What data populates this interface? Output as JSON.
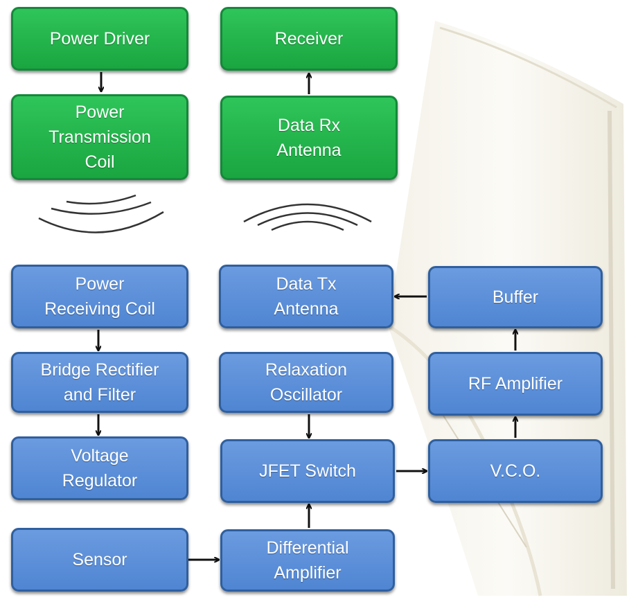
{
  "colors": {
    "green_fill": "#22b34b",
    "green_border": "#14893a",
    "blue_fill": "#5a8fd8",
    "blue_border": "#2f5f9e",
    "arrow": "#111111",
    "wave": "#333333"
  },
  "blocks": {
    "power_driver": "Power Driver",
    "power_transmission_coil": "Power\nTransmission\nCoil",
    "receiver": "Receiver",
    "data_rx_antenna": "Data Rx\nAntenna",
    "power_receiving_coil": "Power\nReceiving Coil",
    "bridge_rectifier": "Bridge Rectifier\nand Filter",
    "voltage_regulator": "Voltage\nRegulator",
    "sensor": "Sensor",
    "data_tx_antenna": "Data  Tx\nAntenna",
    "relaxation_oscillator": "Relaxation\nOscillator",
    "jfet_switch": "JFET Switch",
    "differential_amplifier": "Differential\nAmplifier",
    "buffer": "Buffer",
    "rf_amplifier": "RF Amplifier",
    "vco": "V.C.O."
  }
}
